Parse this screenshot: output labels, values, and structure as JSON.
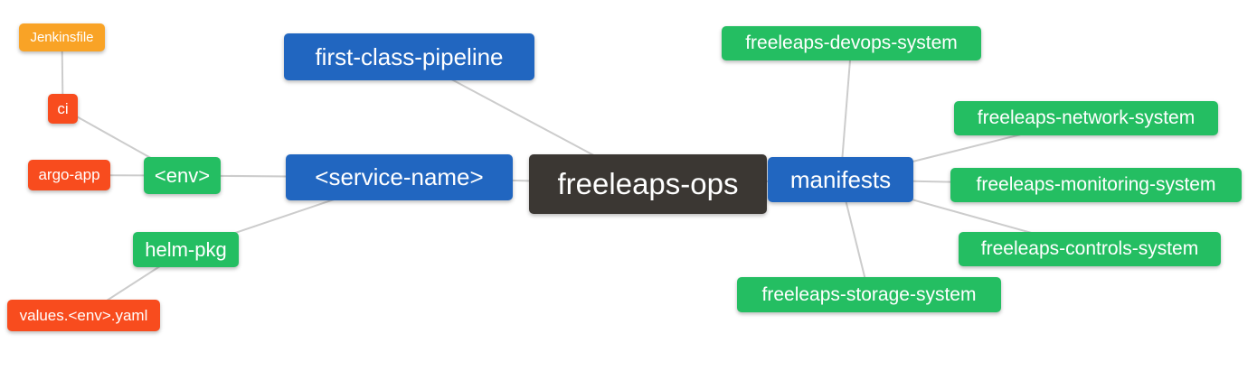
{
  "diagram": {
    "type": "mindmap",
    "root_label": "freeleaps-ops"
  },
  "palette": {
    "blue": "#2166C0",
    "green": "#24BE62",
    "orange": "#F9A326",
    "red": "#F84C1E",
    "dark": "#3B3733",
    "edge": "#CCCCCC",
    "text": "#FFFFFF",
    "background": "#FFFFFF"
  },
  "nodes": {
    "jenkinsfile": {
      "label": "Jenkinsfile",
      "color": "orange"
    },
    "ci": {
      "label": "ci",
      "color": "red"
    },
    "argo_app": {
      "label": "argo-app",
      "color": "red"
    },
    "env": {
      "label": "<env>",
      "color": "green"
    },
    "helm_pkg": {
      "label": "helm-pkg",
      "color": "green"
    },
    "values_env_yaml": {
      "label": "values.<env>.yaml",
      "color": "red"
    },
    "first_class_pipeline": {
      "label": "first-class-pipeline",
      "color": "blue"
    },
    "service_name": {
      "label": "<service-name>",
      "color": "blue"
    },
    "freeleaps_ops": {
      "label": "freeleaps-ops",
      "color": "dark"
    },
    "manifests": {
      "label": "manifests",
      "color": "blue"
    },
    "devops_system": {
      "label": "freeleaps-devops-system",
      "color": "green"
    },
    "network_system": {
      "label": "freeleaps-network-system",
      "color": "green"
    },
    "monitoring_system": {
      "label": "freeleaps-monitoring-system",
      "color": "green"
    },
    "controls_system": {
      "label": "freeleaps-controls-system",
      "color": "green"
    },
    "storage_system": {
      "label": "freeleaps-storage-system",
      "color": "green"
    }
  },
  "edges": [
    [
      "jenkinsfile",
      "ci"
    ],
    [
      "ci",
      "env"
    ],
    [
      "argo_app",
      "env"
    ],
    [
      "env",
      "service_name"
    ],
    [
      "helm_pkg",
      "service_name"
    ],
    [
      "values_env_yaml",
      "helm_pkg"
    ],
    [
      "first_class_pipeline",
      "freeleaps_ops"
    ],
    [
      "service_name",
      "freeleaps_ops"
    ],
    [
      "freeleaps_ops",
      "manifests"
    ],
    [
      "manifests",
      "devops_system"
    ],
    [
      "manifests",
      "network_system"
    ],
    [
      "manifests",
      "monitoring_system"
    ],
    [
      "manifests",
      "controls_system"
    ],
    [
      "manifests",
      "storage_system"
    ]
  ]
}
